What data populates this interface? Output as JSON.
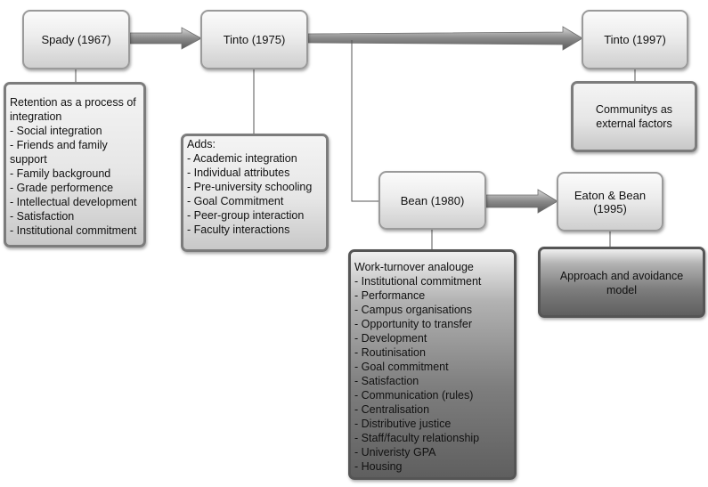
{
  "nodes": {
    "spady": "Spady (1967)",
    "tinto1975": "Tinto (1975)",
    "tinto1997": "Tinto (1997)",
    "bean": "Bean (1980)",
    "eaton_bean": "Eaton & Bean (1995)"
  },
  "boxes": {
    "spady": [
      "Retention as a process of",
      "integration",
      "- Social integration",
      "- Friends and family",
      "support",
      "- Family background",
      "- Grade performence",
      "- Intellectual development",
      "- Satisfaction",
      "- Institutional commitment"
    ],
    "tinto1975": [
      "Adds:",
      "- Academic integration",
      "- Individual attributes",
      "- Pre-university schooling",
      "- Goal Commitment",
      "- Peer-group interaction",
      "- Faculty interactions"
    ],
    "tinto1997": "Communitys as external factors",
    "bean": [
      "Work-turnover analouge",
      "- Institutional commitment",
      "- Performance",
      "- Campus organisations",
      "- Opportunity to transfer",
      "- Development",
      "- Routinisation",
      "- Goal commitment",
      "- Satisfaction",
      "- Communication (rules)",
      "- Centralisation",
      "- Distributive justice",
      "- Staff/faculty relationship",
      "- Univeristy GPA",
      "- Housing"
    ],
    "eaton_bean": "Approach and avoidance model"
  }
}
